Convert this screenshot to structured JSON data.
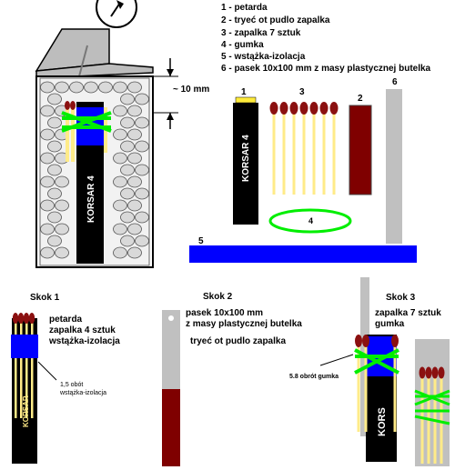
{
  "legend": {
    "items": [
      "1 - petarda",
      "2 - tryeć ot  pudlo zapalka",
      "3 - zapalka 7 sztuk",
      "4 - gumka",
      "5 - wstążka-izolacja",
      "6 - pasek 10x100 mm  z masy plastycznej butelka"
    ]
  },
  "dimension_label": "~ 10 mm",
  "parts": {
    "n1": "1",
    "n2": "2",
    "n3": "3",
    "n4": "4",
    "n5": "5",
    "n6": "6",
    "korsar_label": "KORSAR 4",
    "cross_section_label": "KORSAR 4"
  },
  "steps": {
    "step1": {
      "title": "Skok 1",
      "lines": [
        "petarda",
        "zapalka 4 sztuk",
        "wstążka-izolacja"
      ],
      "note_lines": [
        "1,5 obót",
        "wstążka-izolacja"
      ],
      "stick_text": "KORSAR"
    },
    "step2": {
      "title": "Skok  2",
      "lines": [
        "pasek 10x100 mm",
        "z masy plastycznej butelka"
      ],
      "line3": "tryeć ot  pudlo zapalka"
    },
    "step3": {
      "title": "Skok  3",
      "lines": [
        "zapalka 7 sztuk",
        "gumka"
      ],
      "note": "5.8 obrót gumka",
      "stick_text": "KORS"
    }
  },
  "colors": {
    "black": "#000000",
    "blue": "#0000ff",
    "green": "#00ee00",
    "maroon": "#7f0000",
    "match_head": "#8b1010",
    "match_stick": "#ffeb88",
    "gray": "#c0c0c0",
    "bottle_gray": "#bdbdbd"
  }
}
